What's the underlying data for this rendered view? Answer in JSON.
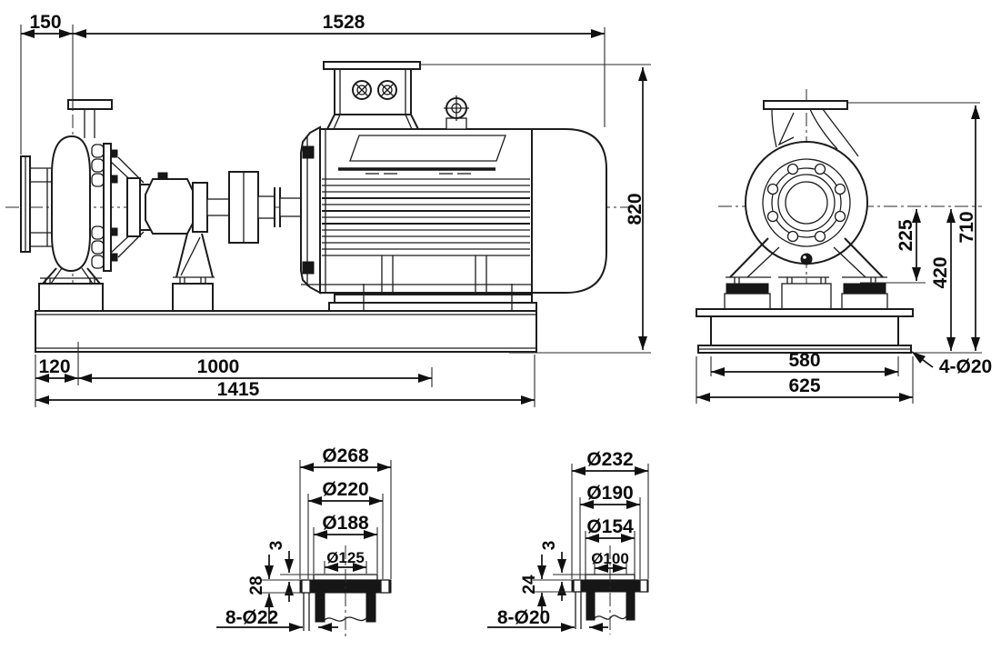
{
  "drawing": {
    "background": "#ffffff",
    "ink_color": "#1c1c1c",
    "description": "Dimensional outline drawing of a horizontal end-suction centrifugal pump coupled to an electric motor on a common baseplate, with pump end view and two pipe-flange detail sections",
    "side_view": {
      "dims": {
        "suction_face_to_discharge_axis": "150",
        "discharge_axis_to_motor_rear": "1528",
        "overall_height": "820",
        "base_edge_to_anchor": "120",
        "anchor_hole_spacing": "1000",
        "baseplate_length": "1415"
      }
    },
    "end_view": {
      "dims": {
        "flange_top_height": "710",
        "axis_to_base_bottom": "420",
        "axis_to_foot_pad": "225",
        "pedestal_width": "580",
        "baseplate_width": "625",
        "anchor_holes": "4-Ø20"
      }
    },
    "suction_flange_detail": {
      "outer_diameter": "Ø268",
      "bolt_circle_diameter": "Ø220",
      "raised_face_diameter": "Ø188",
      "bore_diameter": "Ø125",
      "raised_face_height": "3",
      "flange_thickness": "28",
      "bolt_holes": "8-Ø22"
    },
    "discharge_flange_detail": {
      "outer_diameter": "Ø232",
      "bolt_circle_diameter": "Ø190",
      "raised_face_diameter": "Ø154",
      "bore_diameter": "Ø100",
      "raised_face_height": "3",
      "flange_thickness": "24",
      "bolt_holes": "8-Ø20"
    }
  }
}
